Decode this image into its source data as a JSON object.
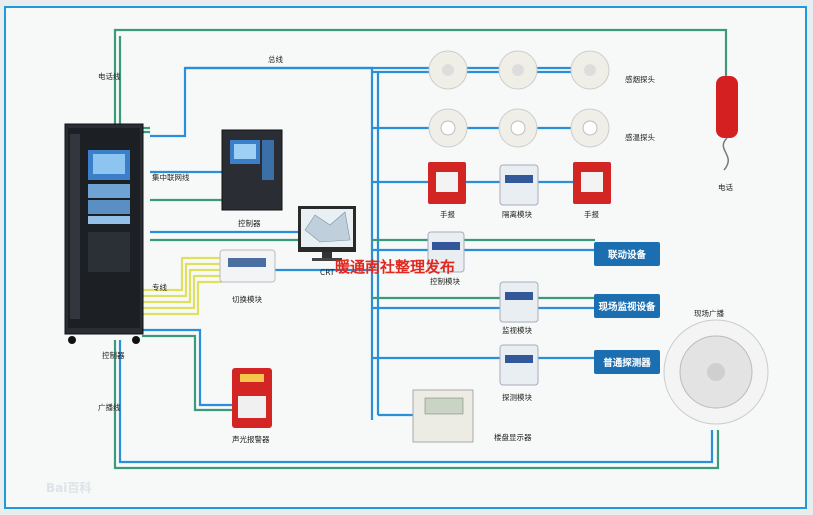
{
  "colors": {
    "border": "#1e9bd7",
    "line_blue": "#2a8fd8",
    "line_green": "#3a9a7a",
    "line_yellow": "#e0e060",
    "button": "#1b6fb0",
    "watermark": "#e0281e"
  },
  "labels": {
    "phone_line": "电话线",
    "bus_line": "总线",
    "network_line": "集中联网线",
    "controller_small": "控制器",
    "crt": "CRT",
    "dedicated_line": "专线",
    "switch_module": "切换模块",
    "controller_main": "控制器",
    "broadcast_line": "广播线",
    "sound_light_alarm": "声光报警器",
    "smoke_detector": "感烟探头",
    "heat_detector": "感温探头",
    "manual_alarm_1": "手报",
    "isolation_module": "隔离模块",
    "manual_alarm_2": "手报",
    "control_module": "控制模块",
    "monitor_module": "监视模块",
    "detection_module": "探测模块",
    "floor_display": "楼盘显示器",
    "phone": "电话",
    "site_broadcast": "现场广播"
  },
  "buttons": {
    "linkage": "联动设备",
    "site_monitor": "现场监视设备",
    "common_detector": "普通探测器"
  },
  "watermark": "暖通南社整理发布",
  "baidu_logo": "Bai百科"
}
